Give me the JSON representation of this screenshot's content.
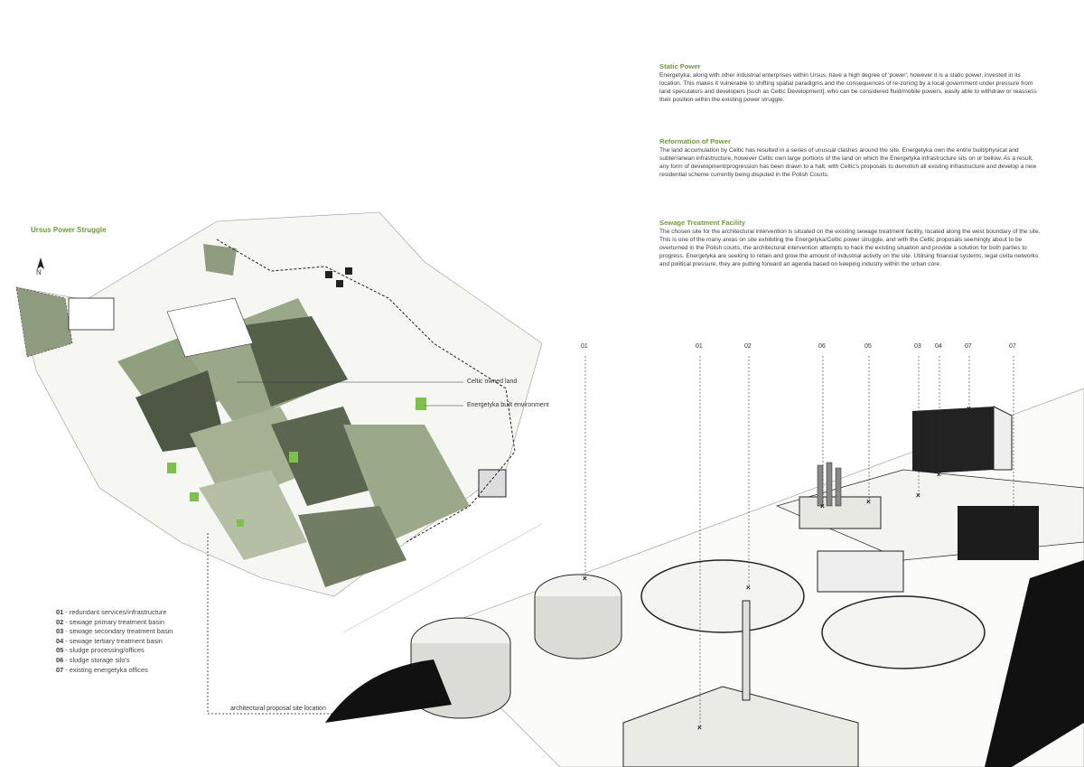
{
  "sections": [
    {
      "heading": "Static Power",
      "body": "Energetyka, along with other industrial enterprises within Ursus, have a high degree of 'power'; however it is a static power, invested in its location. This makes it vulnerable to shifting spatial paradigms and the consequences of re-zoning by a local government under pressure from land speculators and developers [such as Celtic Development]; who can be considered fluid/mobile powers, easily able to withdraw or reassess their position within the existing power struggle."
    },
    {
      "heading": "Reformation of Power",
      "body": "The land accumulation by Celtic has resulted in a series of unusual clashes around the site. Energetyka own the entire built/physical and subterranean infrastructure, however Celtic own large portions of the land on which the Energetyka infrastructure sits on or bellow. As a result, any form of development/progression has been drawn to a halt, with Celtic's proposals to demolish all existing infrastructure and develop a new residential scheme currently being disputed in the Polish Courts."
    },
    {
      "heading": "Sewage Treatment Facility",
      "body": "The chosen site for the architectural intervention is situated on the existing sewage treatment facility, located along the west boundary of the site. This is one of the many areas on site exhibiting the Energetyka/Celtic power struggle, and with the Celtic proposals seemingly about to be overturned in the Polish courts, the architectural intervention attempts to hack the existing situation and provide a solution for both parties to progress. Energetyka are seeking to retain and grow the amount of industrial activity on the site. Utilising financial systems, legal civita networks and political pressure, they are putting forward an agenda based on keeping industry within the urban core."
    }
  ],
  "map": {
    "title": "Ursus Power Struggle",
    "north": "N",
    "labels": {
      "celtic": "Celtic owned land",
      "energetyka": "Energetyka built environment",
      "site": "architectural proposal site location"
    }
  },
  "legend": [
    {
      "code": "01",
      "text": " - redundant services/infrastructure"
    },
    {
      "code": "02",
      "text": " - sewage primary treatment basin"
    },
    {
      "code": "03",
      "text": " - sewage secondary treatment basin"
    },
    {
      "code": "04",
      "text": " - sewage tertiary treatment basin"
    },
    {
      "code": "05",
      "text": " - sludge processing/offices"
    },
    {
      "code": "06",
      "text": " - sludge storage silo's"
    },
    {
      "code": "07",
      "text": " - existing energetyka offices"
    }
  ],
  "callouts": [
    "01",
    "01",
    "02",
    "06",
    "05",
    "03",
    "04",
    "07",
    "07"
  ],
  "colors": {
    "accent": "#6f9a3c",
    "green_land": "#8fa27a",
    "green_build": "#7cc24a"
  }
}
